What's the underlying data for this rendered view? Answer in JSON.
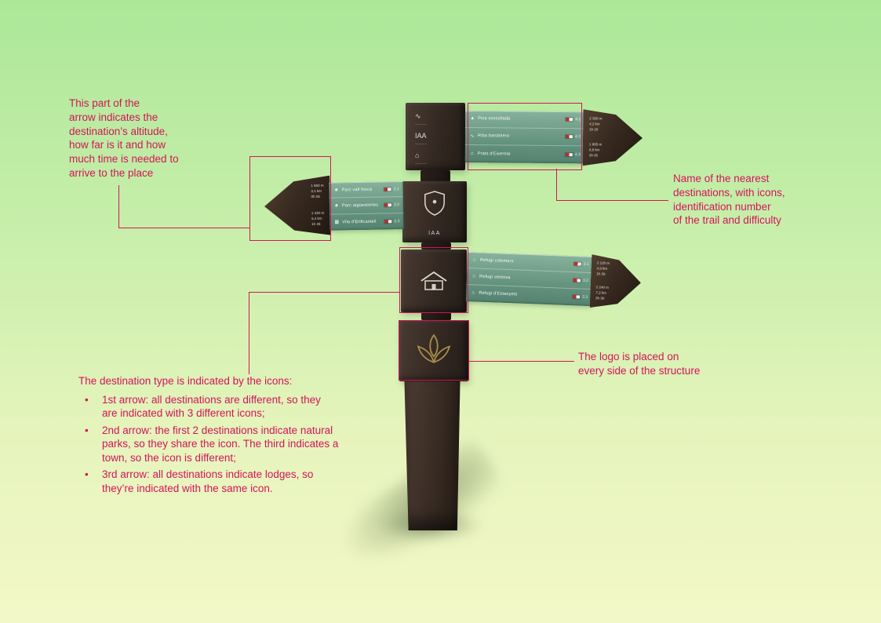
{
  "accent": "#d4145a",
  "annotations": {
    "altitude": {
      "text": "This part of the\narrow indicates the\ndestination’s altitude,\nhow far is it and how\nmuch time is needed to\narrive to the place"
    },
    "names": {
      "text": "Name of the nearest\ndestinations, with icons,\nidentification number\nof the trail and difficulty"
    },
    "logo": {
      "text": "The logo is placed on\nevery side of the structure"
    },
    "icons": {
      "heading": "The destination type is indicated by the icons:",
      "bullets": [
        "1st arrow: all destinations are different, so they\nare indicated with 3 different icons;",
        "2nd arrow: the first 2 destinations indicate natural\nparks, so they share the icon. The third indicates a\ntown, so the icon is different;",
        "3rd arrow: all destinations indicate lodges, so\nthey’re indicated with the same icon."
      ]
    }
  },
  "signpost": {
    "top_cube": {
      "icons": [
        "∿",
        "IAA",
        "⌂"
      ]
    },
    "shield_cube": {
      "label": "IAA"
    },
    "arrows": [
      {
        "rows": [
          {
            "icon": "▲",
            "name": "Pica coscollada",
            "id": "4.1"
          },
          {
            "icon": "∿",
            "name": "Riba bandolera",
            "id": "4.2"
          },
          {
            "icon": "⌂",
            "name": "Prats d'Eixerola",
            "id": "4.3"
          }
        ],
        "head_top": [
          "2 350 m",
          "4,2 km",
          "1h 20"
        ],
        "head_bottom": [
          "1 985 m",
          "6,8 km",
          "2h 05"
        ]
      },
      {
        "rows": [
          {
            "icon": "♣",
            "name": "Parc vall fosca",
            "id": "2.1"
          },
          {
            "icon": "♣",
            "name": "Parc aigüestortes",
            "id": "2.2"
          },
          {
            "icon": "▦",
            "name": "Vila d'Erillcastell",
            "id": "2.3"
          }
        ],
        "head_top": [
          "1 650 m",
          "3,1 km",
          "0h 55"
        ],
        "head_bottom": [
          "1 420 m",
          "5,4 km",
          "1h 45"
        ]
      },
      {
        "rows": [
          {
            "icon": "⌂",
            "name": "Refugi colomers",
            "id": "3.1"
          },
          {
            "icon": "⌂",
            "name": "Refugi ventosa",
            "id": "3.2"
          },
          {
            "icon": "⌂",
            "name": "Refugi d'Estanyets",
            "id": "3.3"
          }
        ],
        "head_top": [
          "2 120 m",
          "4,9 km",
          "1h 35"
        ],
        "head_bottom": [
          "2 240 m",
          "7,2 km",
          "2h 30"
        ]
      }
    ]
  }
}
